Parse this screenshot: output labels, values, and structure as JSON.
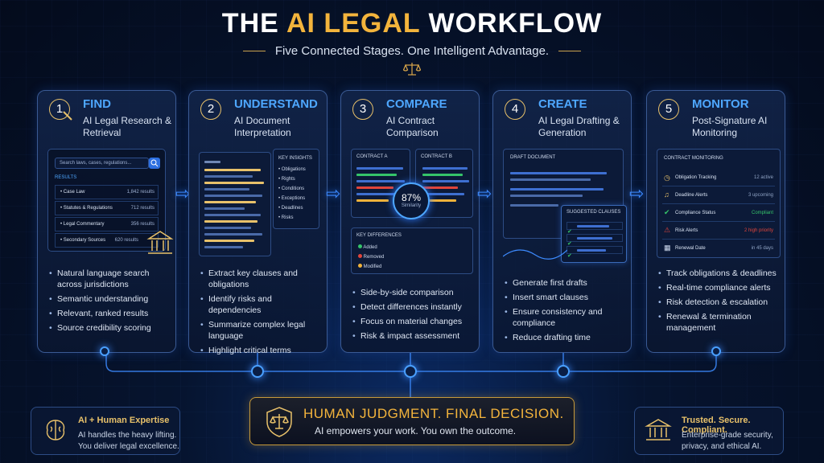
{
  "header": {
    "title_pre": "THE ",
    "title_accent": "AI LEGAL",
    "title_post": " WORKFLOW",
    "subtitle": "Five Connected Stages. One Intelligent Advantage."
  },
  "colors": {
    "accent_blue": "#4ea7ff",
    "accent_gold": "#f3b43c",
    "background": "#06142f"
  },
  "stages": [
    {
      "number": "1",
      "title": "FIND",
      "subtitle": "AI Legal Research & Retrieval",
      "icon": "magnifier-icon",
      "mock": {
        "search_placeholder": "Search laws, cases, regulations...",
        "results_label": "RESULTS",
        "results": [
          {
            "name": "Case Law",
            "count": "1,842 results"
          },
          {
            "name": "Statutes & Regulations",
            "count": "712 results"
          },
          {
            "name": "Legal Commentary",
            "count": "356 results"
          },
          {
            "name": "Secondary Sources",
            "count": "620 results"
          }
        ]
      },
      "bullets": [
        "Natural language search across jurisdictions",
        "Semantic understanding",
        "Relevant, ranked results",
        "Source credibility scoring"
      ]
    },
    {
      "number": "2",
      "title": "UNDERSTAND",
      "subtitle": "AI Document Interpretation",
      "icon": "document-icon",
      "mock": {
        "insights_label": "KEY INSIGHTS",
        "insights": [
          "Obligations",
          "Rights",
          "Conditions",
          "Exceptions",
          "Deadlines",
          "Risks"
        ]
      },
      "bullets": [
        "Extract key clauses and obligations",
        "Identify risks and dependencies",
        "Summarize complex legal language",
        "Highlight critical terms"
      ]
    },
    {
      "number": "3",
      "title": "COMPARE",
      "subtitle": "AI Contract Comparison",
      "icon": "compare-icon",
      "mock": {
        "contract_a": "CONTRACT A",
        "contract_b": "CONTRACT B",
        "similarity_value": "87%",
        "similarity_label": "Similarity",
        "differences_label": "KEY DIFFERENCES",
        "differences": [
          {
            "label": "Added",
            "color": "#35c46a"
          },
          {
            "label": "Removed",
            "color": "#e0453b"
          },
          {
            "label": "Modified",
            "color": "#f0b23a"
          }
        ]
      },
      "bullets": [
        "Side-by-side comparison",
        "Detect differences instantly",
        "Focus on material changes",
        "Risk & impact assessment"
      ]
    },
    {
      "number": "4",
      "title": "CREATE",
      "subtitle": "AI Legal Drafting & Generation",
      "icon": "pen-icon",
      "mock": {
        "draft_label": "DRAFT DOCUMENT",
        "suggested_label": "SUGGESTED CLAUSES"
      },
      "bullets": [
        "Generate first drafts",
        "Insert smart clauses",
        "Ensure consistency and compliance",
        "Reduce drafting time"
      ]
    },
    {
      "number": "5",
      "title": "MONITOR",
      "subtitle": "Post-Signature AI Monitoring",
      "icon": "monitor-icon",
      "mock": {
        "monitor_label": "CONTRACT MONITORING",
        "rows": [
          {
            "icon": "clock-icon",
            "label": "Obligation Tracking",
            "value": "12 active",
            "color": "#8fa3c4"
          },
          {
            "icon": "bell-icon",
            "label": "Deadline Alerts",
            "value": "3 upcoming",
            "color": "#8fa3c4"
          },
          {
            "icon": "shield-check-icon",
            "label": "Compliance Status",
            "value": "Compliant",
            "color": "#35c46a"
          },
          {
            "icon": "warning-icon",
            "label": "Risk Alerts",
            "value": "2 high priority",
            "color": "#e0453b"
          },
          {
            "icon": "calendar-icon",
            "label": "Renewal Date",
            "value": "in 45 days",
            "color": "#8fa3c4"
          }
        ]
      },
      "bullets": [
        "Track obligations & deadlines",
        "Real-time compliance alerts",
        "Risk detection & escalation",
        "Renewal & termination management"
      ]
    }
  ],
  "footer": {
    "center_title": "HUMAN JUDGMENT. FINAL DECISION.",
    "center_sub": "AI empowers your work. You own the outcome.",
    "left_title": "AI + Human Expertise",
    "left_text": "AI handles the heavy lifting. You deliver legal excellence.",
    "right_title": "Trusted. Secure. Compliant.",
    "right_text": "Enterprise-grade security, privacy, and ethical AI."
  }
}
